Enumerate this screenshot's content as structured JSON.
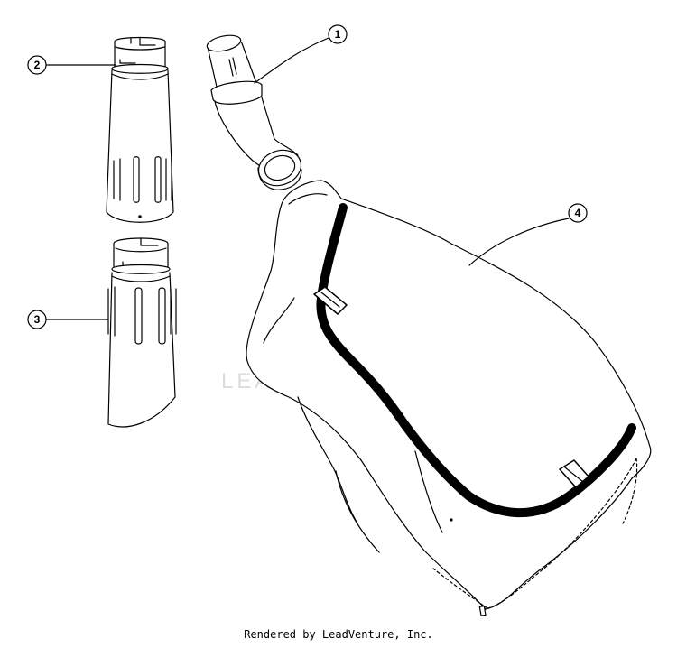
{
  "callouts": [
    {
      "number": "1"
    },
    {
      "number": "2"
    },
    {
      "number": "3"
    },
    {
      "number": "4"
    }
  ],
  "watermark": "LEADVENTURE",
  "footer": "Rendered by LeadVenture, Inc.",
  "colors": {
    "line": "#000000",
    "strap": "#000000",
    "watermark": "#dcdcdc"
  }
}
